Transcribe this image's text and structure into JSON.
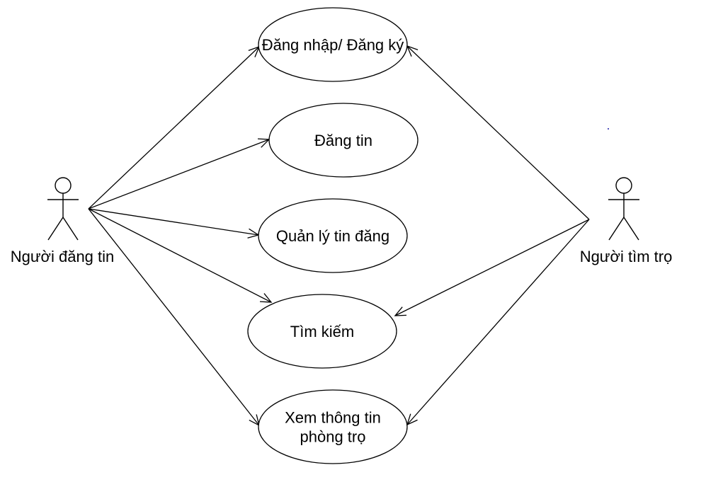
{
  "actors": [
    {
      "id": "poster",
      "label": "Người đăng tin"
    },
    {
      "id": "seeker",
      "label": "Người tìm trọ"
    }
  ],
  "use_cases": [
    {
      "id": "login",
      "lines": [
        "Đăng nhập/ Đăng ký"
      ]
    },
    {
      "id": "post",
      "lines": [
        "Đăng tin"
      ]
    },
    {
      "id": "manage",
      "lines": [
        "Quản lý tin đăng"
      ]
    },
    {
      "id": "search",
      "lines": [
        "Tìm kiếm"
      ]
    },
    {
      "id": "view",
      "lines": [
        "Xem thông tin",
        "phòng trọ"
      ]
    }
  ],
  "associations": [
    {
      "from": "poster",
      "to": "login"
    },
    {
      "from": "poster",
      "to": "post"
    },
    {
      "from": "poster",
      "to": "manage"
    },
    {
      "from": "poster",
      "to": "search"
    },
    {
      "from": "poster",
      "to": "view"
    },
    {
      "from": "seeker",
      "to": "login"
    },
    {
      "from": "seeker",
      "to": "search"
    },
    {
      "from": "seeker",
      "to": "view"
    }
  ],
  "colors": {
    "stroke": "#000000",
    "background": "#ffffff",
    "stray_dot": "#1f1fa8"
  }
}
